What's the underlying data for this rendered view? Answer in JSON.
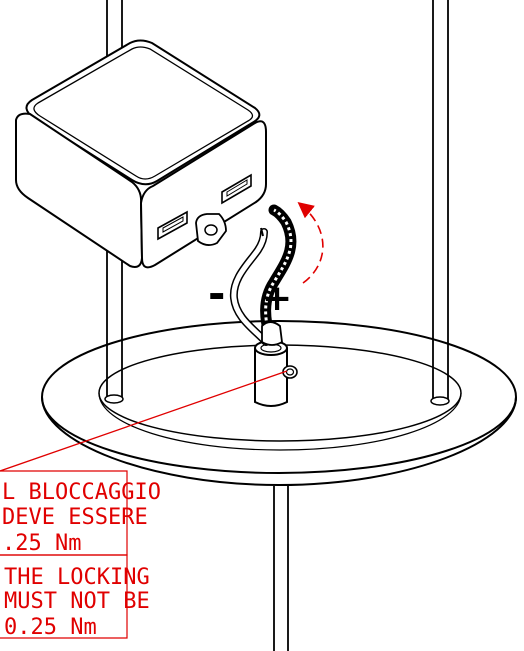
{
  "diagram": {
    "polarity_negative": "-",
    "polarity_positive": "+",
    "note_italian": {
      "lines": [
        "L BLOCCAGGIO",
        "DEVE ESSERE",
        ".25 Nm"
      ]
    },
    "note_english": {
      "lines": [
        "THE LOCKING",
        "MUST NOT BE",
        "0.25 Nm"
      ]
    },
    "colors": {
      "drawing": "#000000",
      "annotation": "#e00000",
      "background": "#ffffff"
    }
  }
}
